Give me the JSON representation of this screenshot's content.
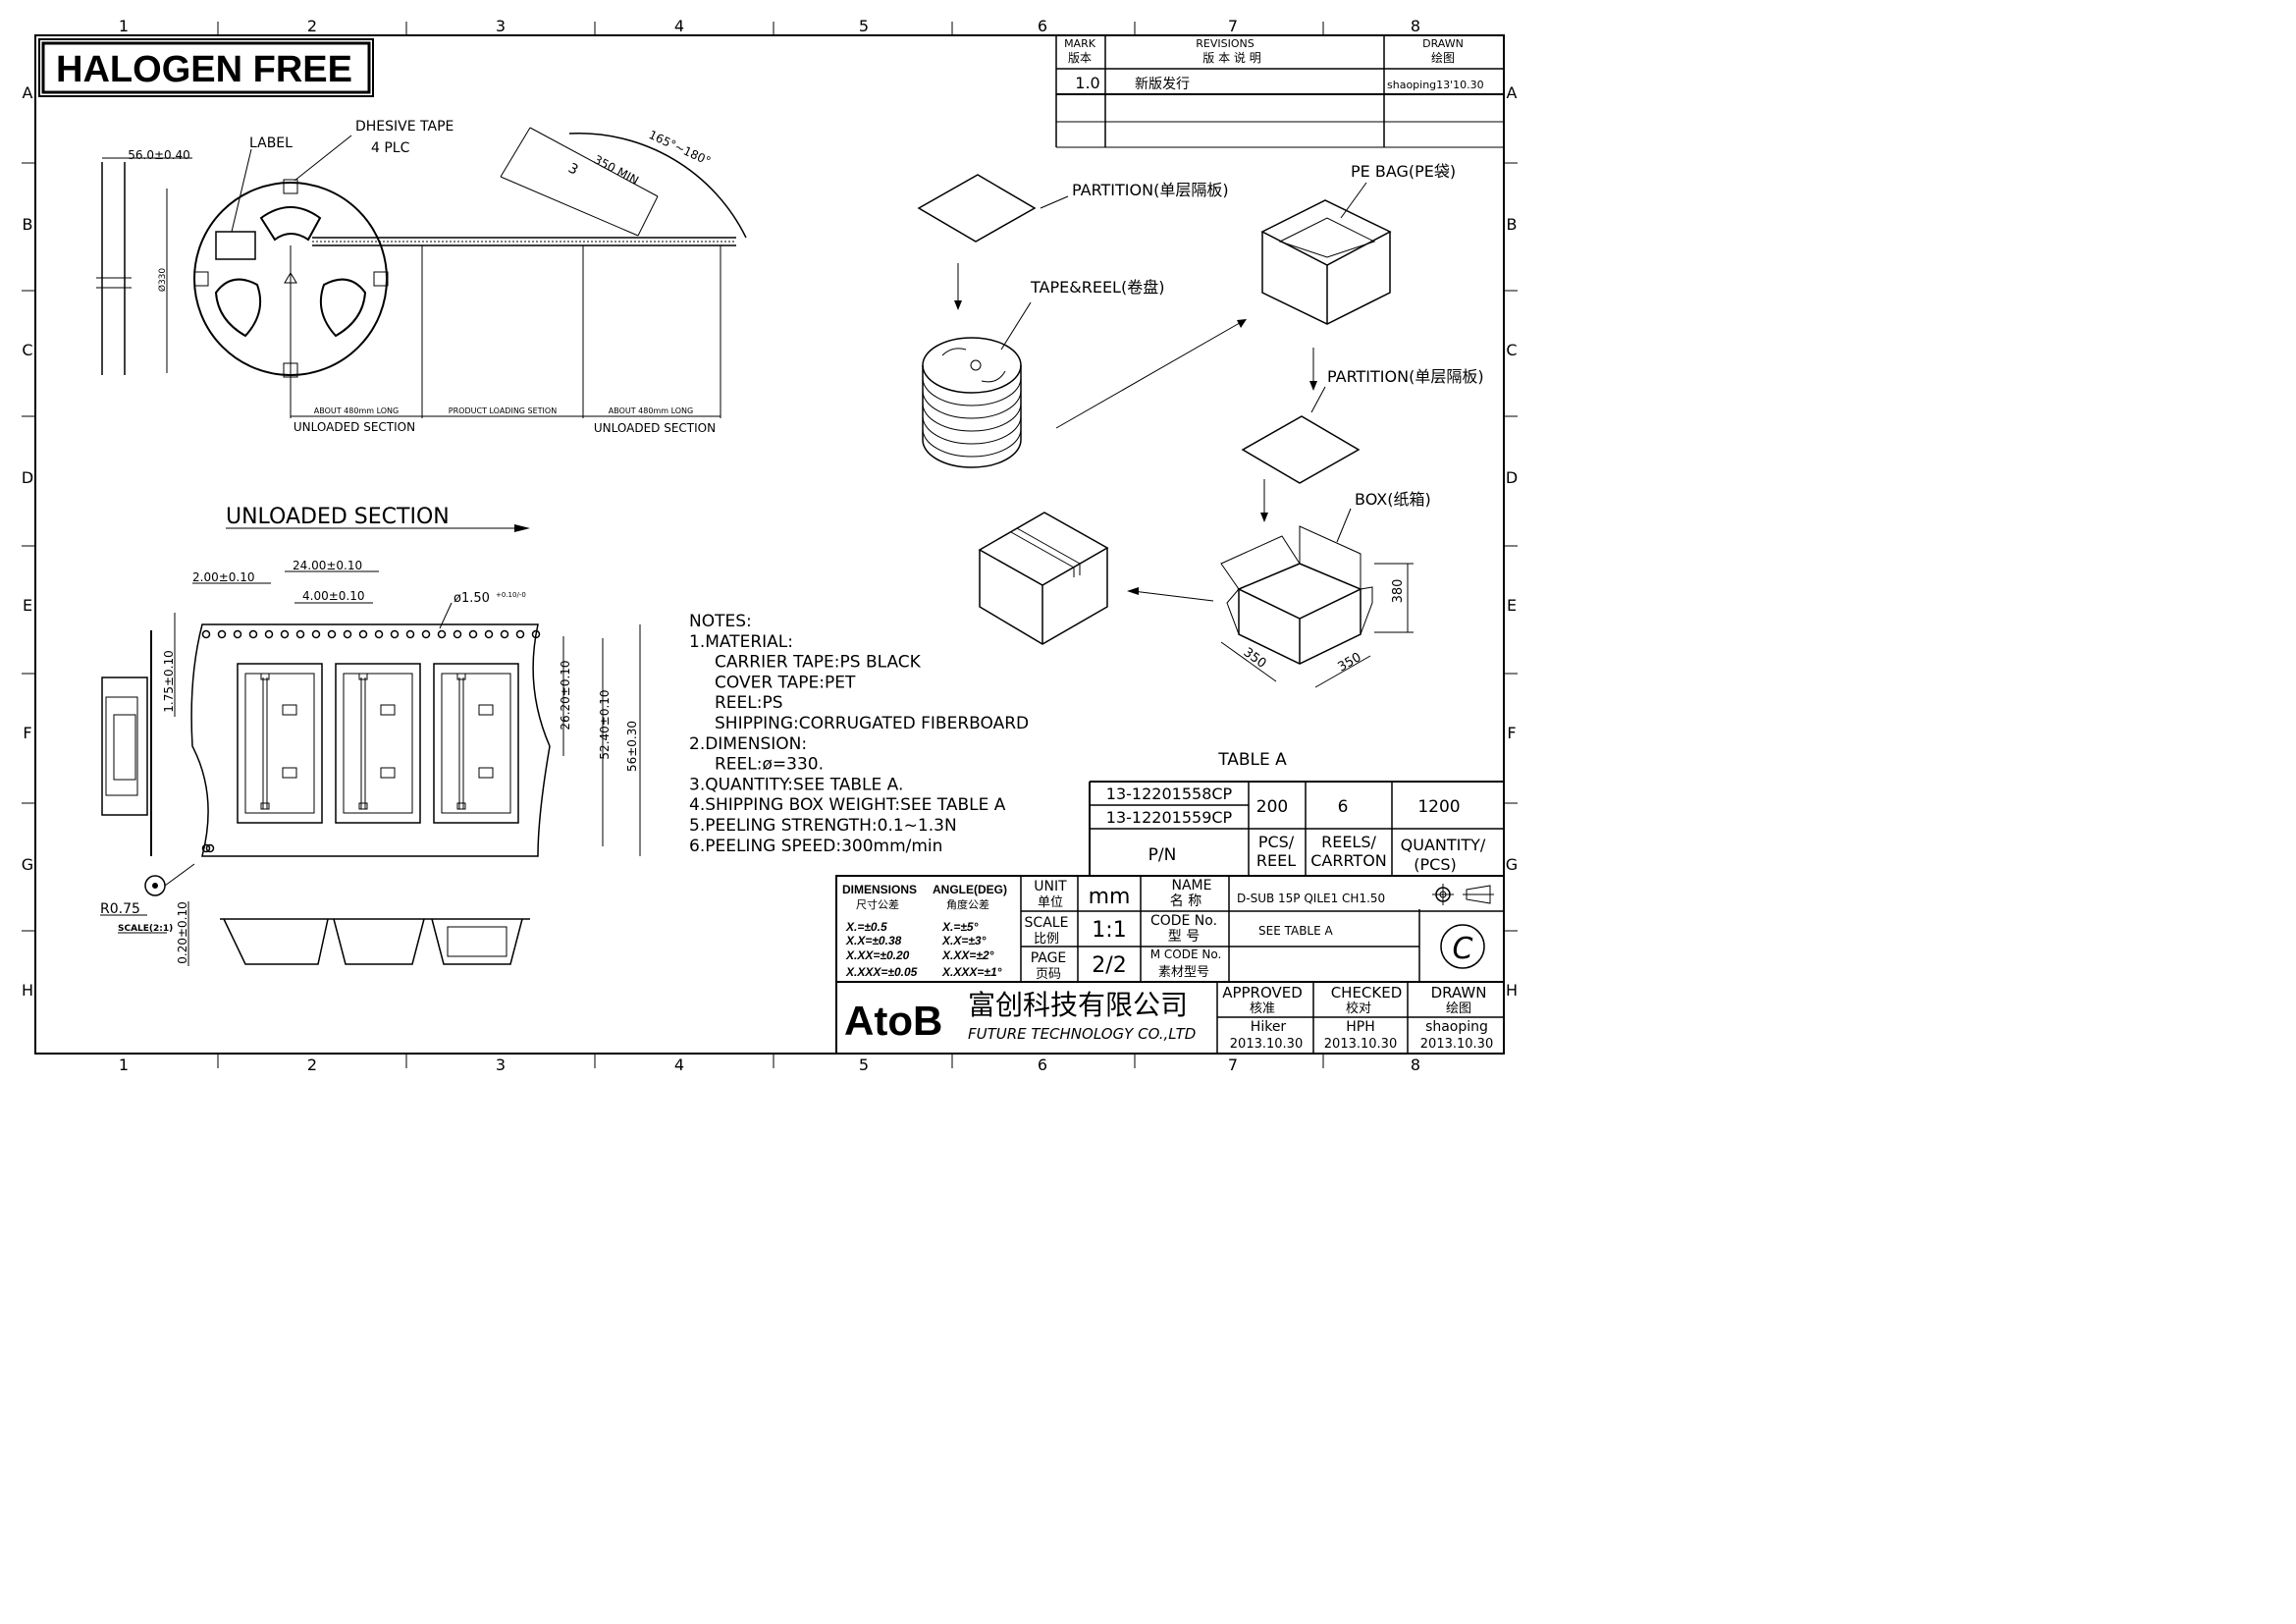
{
  "frame": {
    "columns": [
      "1",
      "2",
      "3",
      "4",
      "5",
      "6",
      "7",
      "8"
    ],
    "rows": [
      "A",
      "B",
      "C",
      "D",
      "E",
      "F",
      "G",
      "H"
    ]
  },
  "banner": "HALOGEN FREE",
  "revisions": {
    "mark_label": "MARK",
    "mark_cn": "版本",
    "rev_label": "REVISIONS",
    "rev_cn": "版 本 说 明",
    "drawn_label": "DRAWN",
    "drawn_cn": "绘图",
    "row1": {
      "mark": "1.0",
      "desc": "新版发行",
      "drawn": "shaoping13'10.30"
    }
  },
  "reel": {
    "label": "LABEL",
    "tape": "DHESIVE TAPE",
    "tape_plc": "4 PLC",
    "width_dim": "56.0±0.40",
    "dia_dim": "Ø330",
    "angle": "165°~180°",
    "min_len": "350 MIN",
    "arc_no": "3",
    "seg1": "ABOUT 480mm LONG",
    "seg2": "PRODUCT LOADING SETION",
    "seg3": "ABOUT 480mm LONG",
    "unloaded": "UNLOADED SECTION"
  },
  "packing": {
    "partition1": "PARTITION(单层隔板)",
    "pebag": "PE BAG(PE袋)",
    "tapereel": "TAPE&REEL(卷盘)",
    "partition2": "PARTITION(单层隔板)",
    "box": "BOX(纸箱)",
    "dim_h": "380",
    "dim_w": "350",
    "dim_d": "350"
  },
  "tape_detail": {
    "title": "UNLOADED SECTION",
    "d1": "2.00±0.10",
    "d2": "24.00±0.10",
    "d3": "4.00±0.10",
    "d4": "ø1.50",
    "d4_tol": "+0.10/-0",
    "d5": "1.75±0.10",
    "d6": "26.20±0.10",
    "d7": "52.40±0.10",
    "d8": "56±0.30",
    "r": "R0.75",
    "scale": "SCALE(2:1)",
    "d9": "0.20±0.10"
  },
  "notes": [
    "NOTES:",
    "1.MATERIAL:",
    "CARRIER TAPE:PS BLACK",
    "COVER TAPE:PET",
    "REEL:PS",
    "SHIPPING:CORRUGATED FIBERBOARD",
    "2.DIMENSION:",
    "REEL:ø=330.",
    "3.QUANTITY:SEE TABLE A.",
    "4.SHIPPING BOX WEIGHT:SEE TABLE A",
    "5.PEELING STRENGTH:0.1~1.3N",
    "6.PEELING SPEED:300mm/min"
  ],
  "table_a": {
    "title": "TABLE A",
    "pn1": "13-12201558CP",
    "pn2": "13-12201559CP",
    "pcs": "200",
    "reels": "6",
    "qty": "1200",
    "h_pn": "P/N",
    "h_pcs1": "PCS/",
    "h_pcs2": "REEL",
    "h_reels1": "REELS/",
    "h_reels2": "CARRTON",
    "h_qty1": "QUANTITY/",
    "h_qty2": "(PCS)"
  },
  "title_block": {
    "dim_label": "DIMENSIONS",
    "dim_cn": "尺寸公差",
    "ang_label": "ANGLE(DEG)",
    "ang_cn": "角度公差",
    "tol": [
      "X.=±0.5",
      "X.X=±0.38",
      "X.XX=±0.20",
      "X.XXX=±0.05"
    ],
    "atol": [
      "X.=±5°",
      "X.X=±3°",
      "X.XX=±2°",
      "X.XXX=±1°"
    ],
    "unit_label": "UNIT",
    "unit_cn": "单位",
    "unit": "mm",
    "scale_label": "SCALE",
    "scale_cn": "比例",
    "scale": "1:1",
    "page_label": "PAGE",
    "page_cn": "页码",
    "page": "2/2",
    "name_label": "NAME",
    "name_cn": "名 称",
    "name": "D-SUB 15P QILE1 CH1.50",
    "code_label": "CODE No.",
    "code_cn": "型 号",
    "code": "SEE TABLE A",
    "mcode_label": "M CODE No.",
    "mcode_cn": "素材型号",
    "approved": "APPROVED",
    "approved_cn": "核准",
    "approver": "Hiker",
    "approved_date": "2013.10.30",
    "checked": "CHECKED",
    "checked_cn": "校对",
    "checker": "HPH",
    "checked_date": "2013.10.30",
    "drawn": "DRAWN",
    "drawn_cn": "绘图",
    "drawer": "shaoping",
    "drawn_date": "2013.10.30",
    "logo": "AtoB",
    "company_cn": "富创科技有限公司",
    "company_en": "FUTURE TECHNOLOGY CO.,LTD",
    "rev_mark": "C"
  }
}
